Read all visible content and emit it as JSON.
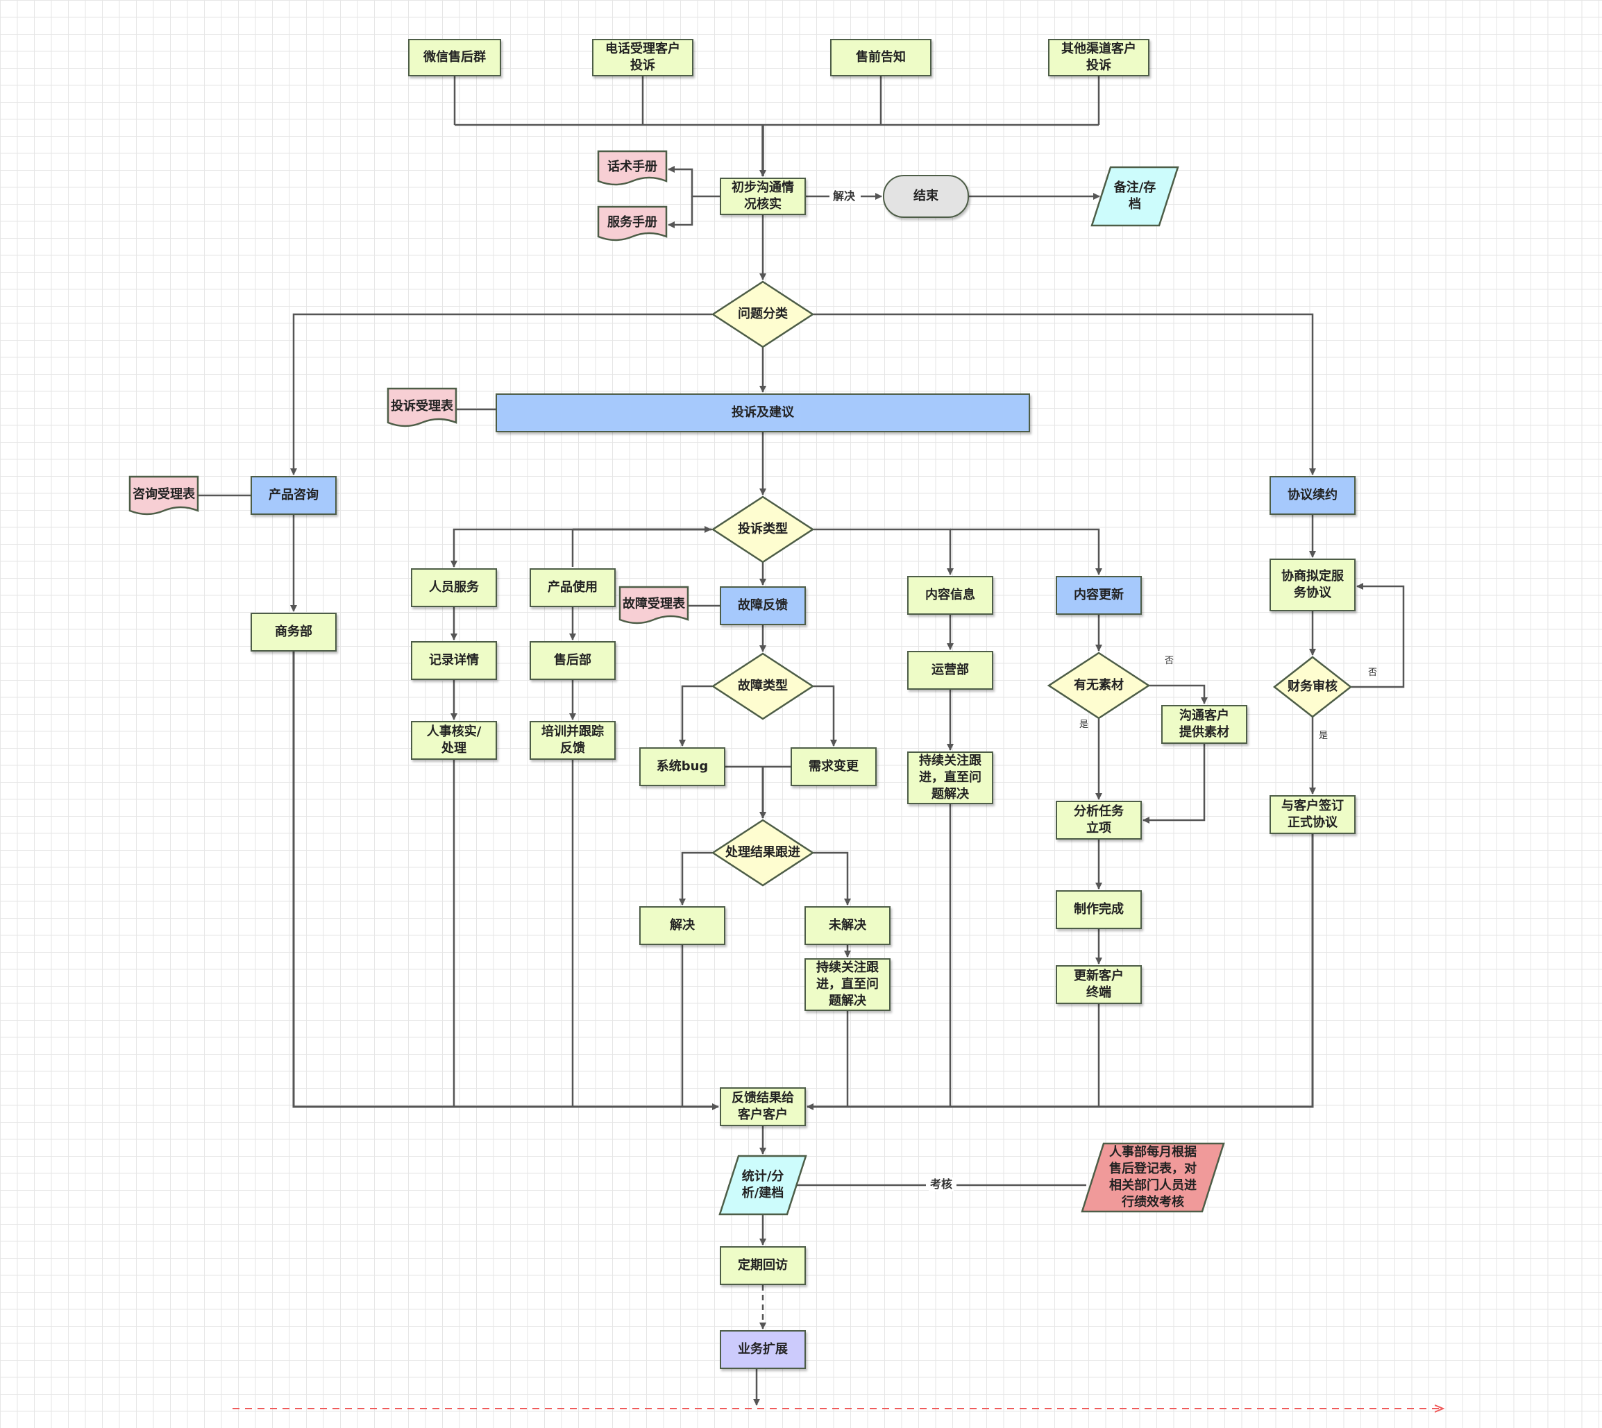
{
  "nodes": {
    "wechat_group": "微信售后群",
    "phone_complaint": "电话受理客户\n投诉",
    "presale_notice": "售前告知",
    "other_channel": "其他渠道客户\n投诉",
    "script_manual": "话术手册",
    "service_manual": "服务手册",
    "initial_verify": "初步沟通情\n况核实",
    "end": "结束",
    "archive": "备注/存\n档",
    "issue_classify": "问题分类",
    "complaint_form": "投诉受理表",
    "complaint_suggest": "投诉及建议",
    "consult_form": "咨询受理表",
    "product_consult": "产品咨询",
    "contract_renew": "协议续约",
    "complaint_type": "投诉类型",
    "business_dept": "商务部",
    "staff_service": "人员服务",
    "product_use": "产品使用",
    "fault_form": "故障受理表",
    "fault_feedback": "故障反馈",
    "content_info": "内容信息",
    "content_update": "内容更新",
    "negotiate_agreement": "协商拟定服\n务协议",
    "record_detail": "记录详情",
    "aftersale_dept": "售后部",
    "fault_type": "故障类型",
    "ops_dept": "运营部",
    "has_material": "有无素材",
    "finance_review": "财务审核",
    "hr_verify": "人事核实/\n处理",
    "train_track": "培训并跟踪\n反馈",
    "system_bug": "系统bug",
    "req_change": "需求变更",
    "track_until_solved_1": "持续关注跟\n进，直至问\n题解决",
    "ask_material": "沟通客户\n提供素材",
    "sign_agreement": "与客户签订\n正式协议",
    "analyze_task": "分析任务\n立项",
    "result_track": "处理结果跟进",
    "solved": "解决",
    "unsolved": "未解决",
    "produce_done": "制作完成",
    "track_until_solved_2": "持续关注跟\n进，直至问\n题解决",
    "update_terminal": "更新客户\n终端",
    "feedback_result": "反馈结果给\n客户客户",
    "stat_archive": "统计/分\n析/建档",
    "hr_assess": "人事部每月根据\n售后登记表，对\n相关部门人员进\n行绩效考核",
    "regular_visit": "定期回访",
    "business_expand": "业务扩展"
  },
  "edge_labels": {
    "resolve": "解决",
    "no_material": "否",
    "yes_material": "是",
    "finance_no": "否",
    "finance_yes": "是",
    "assess": "考核"
  },
  "colors": {
    "process_fill": "#eefcc7",
    "blue_fill": "#a6c9fc",
    "decision_fill": "#fefdd0",
    "document_fill": "#f7cfd4",
    "data_fill": "#cdfcfc",
    "hr_fill": "#f09a9a",
    "purple_fill": "#cccbfc",
    "terminal_fill": "#e3e3e3",
    "stroke": "#4d5d47",
    "edge": "#555555",
    "dashed_line": "#f05a5a"
  }
}
